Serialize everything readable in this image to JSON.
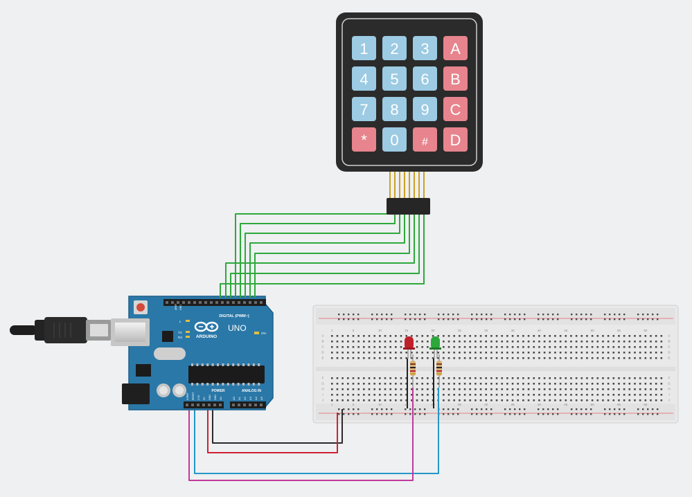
{
  "keypad": {
    "keys": [
      {
        "label": "1",
        "kind": "num"
      },
      {
        "label": "2",
        "kind": "num"
      },
      {
        "label": "3",
        "kind": "num"
      },
      {
        "label": "A",
        "kind": "letter"
      },
      {
        "label": "4",
        "kind": "num"
      },
      {
        "label": "5",
        "kind": "num"
      },
      {
        "label": "6",
        "kind": "num"
      },
      {
        "label": "B",
        "kind": "letter"
      },
      {
        "label": "7",
        "kind": "num"
      },
      {
        "label": "8",
        "kind": "num"
      },
      {
        "label": "9",
        "kind": "num"
      },
      {
        "label": "C",
        "kind": "letter"
      },
      {
        "label": "*",
        "kind": "letter"
      },
      {
        "label": "0",
        "kind": "num"
      },
      {
        "label": "#",
        "kind": "letter"
      },
      {
        "label": "D",
        "kind": "letter"
      }
    ],
    "colors": {
      "num": "#9ccbe3",
      "letter": "#e7848d",
      "body": "#2b2b2b"
    }
  },
  "arduino": {
    "brand": "ARDUINO",
    "model": "UNO",
    "digital_label": "DIGITAL (PWM~)",
    "power_label": "POWER",
    "analog_label": "ANALOG IN",
    "on_label": "ON",
    "l_label": "L",
    "tx_label": "TX",
    "rx_label": "RX",
    "aref_label": "AREF",
    "gnd_label": "GND",
    "analog_pins": [
      "A0",
      "A1",
      "A2",
      "A3",
      "A4",
      "A5"
    ],
    "power_pins": [
      "IOREF",
      "RESET",
      "3.3V",
      "5V",
      "GND",
      "GND",
      "Vin"
    ],
    "board_color": "#2a78a8"
  },
  "breadboard": {
    "column_numbers": [
      "1",
      "5",
      "10",
      "15",
      "20",
      "25",
      "30",
      "35",
      "40",
      "45",
      "50",
      "55",
      "60"
    ],
    "row_letters_top": [
      "A",
      "B",
      "C",
      "D",
      "E"
    ],
    "row_letters_bottom": [
      "F",
      "G",
      "H",
      "I",
      "J"
    ]
  },
  "leds": [
    {
      "color_name": "red",
      "color": "#c0202a"
    },
    {
      "color_name": "green",
      "color": "#2aa83a"
    }
  ],
  "wire_colors": {
    "keypad": "#2ea83a",
    "gnd": "#2a2a2a",
    "power": "#d02030",
    "red_led": "#c0399a",
    "green_led": "#2596c8"
  }
}
